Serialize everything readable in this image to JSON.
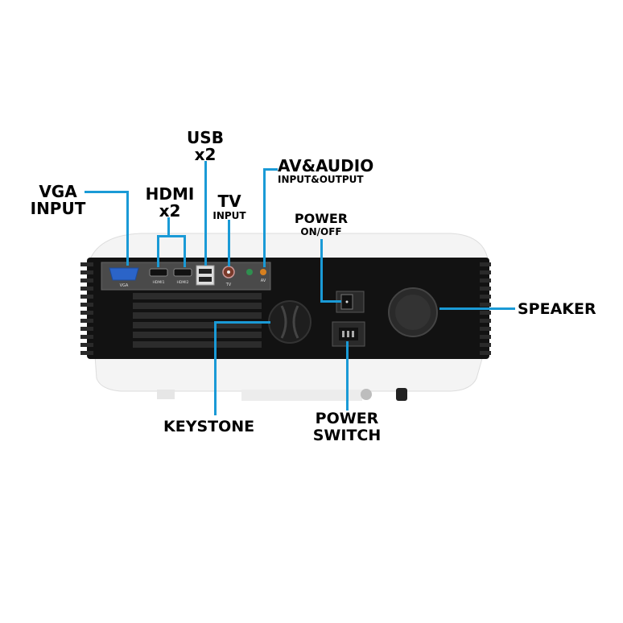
{
  "labels": {
    "vga": [
      "VGA",
      "INPUT"
    ],
    "hdmi": [
      "HDMI",
      "x2"
    ],
    "usb": [
      "USB",
      "x2"
    ],
    "tv": {
      "main": "TV",
      "sub": "INPUT"
    },
    "av": {
      "main": "AV&AUDIO",
      "sub": "INPUT&OUTPUT"
    },
    "power": {
      "main": "POWER",
      "sub": "ON/OFF"
    },
    "speaker": "SPEAKER",
    "keystone": "KEYSTONE",
    "power_switch": [
      "POWER",
      "SWITCH"
    ]
  },
  "port_labels": {
    "vga": "VGA",
    "hdmi1": "HDMI1",
    "hdmi2": "HDMI2",
    "tv": "TV",
    "av": "AV"
  },
  "colors": {
    "callout": "#1a9ad6",
    "body": "#111111",
    "shell": "#f2f2f2",
    "vga_port": "#2b64c8"
  }
}
